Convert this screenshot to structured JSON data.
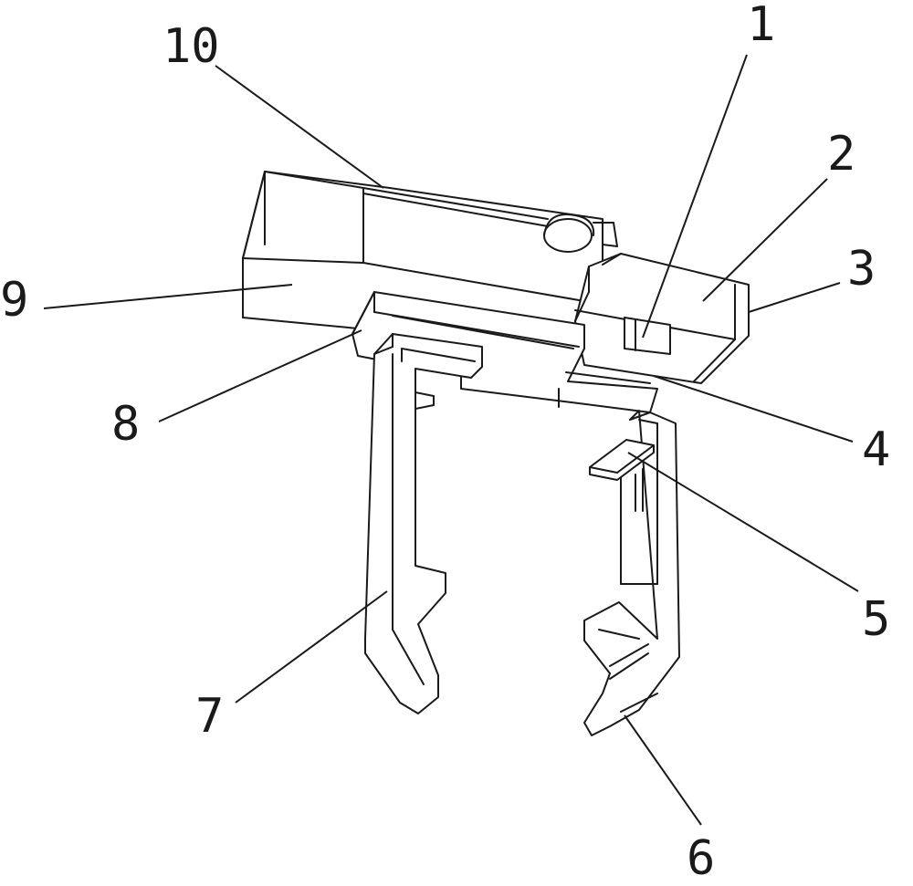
{
  "figure": {
    "labels": [
      {
        "id": "1",
        "text": "1"
      },
      {
        "id": "2",
        "text": "2"
      },
      {
        "id": "3",
        "text": "3"
      },
      {
        "id": "4",
        "text": "4"
      },
      {
        "id": "5",
        "text": "5"
      },
      {
        "id": "6",
        "text": "6"
      },
      {
        "id": "7",
        "text": "7"
      },
      {
        "id": "8",
        "text": "8"
      },
      {
        "id": "9",
        "text": "9"
      },
      {
        "id": "10",
        "text": "10"
      }
    ],
    "colors": {
      "line": "#1a1a1a",
      "background": "#ffffff"
    }
  }
}
